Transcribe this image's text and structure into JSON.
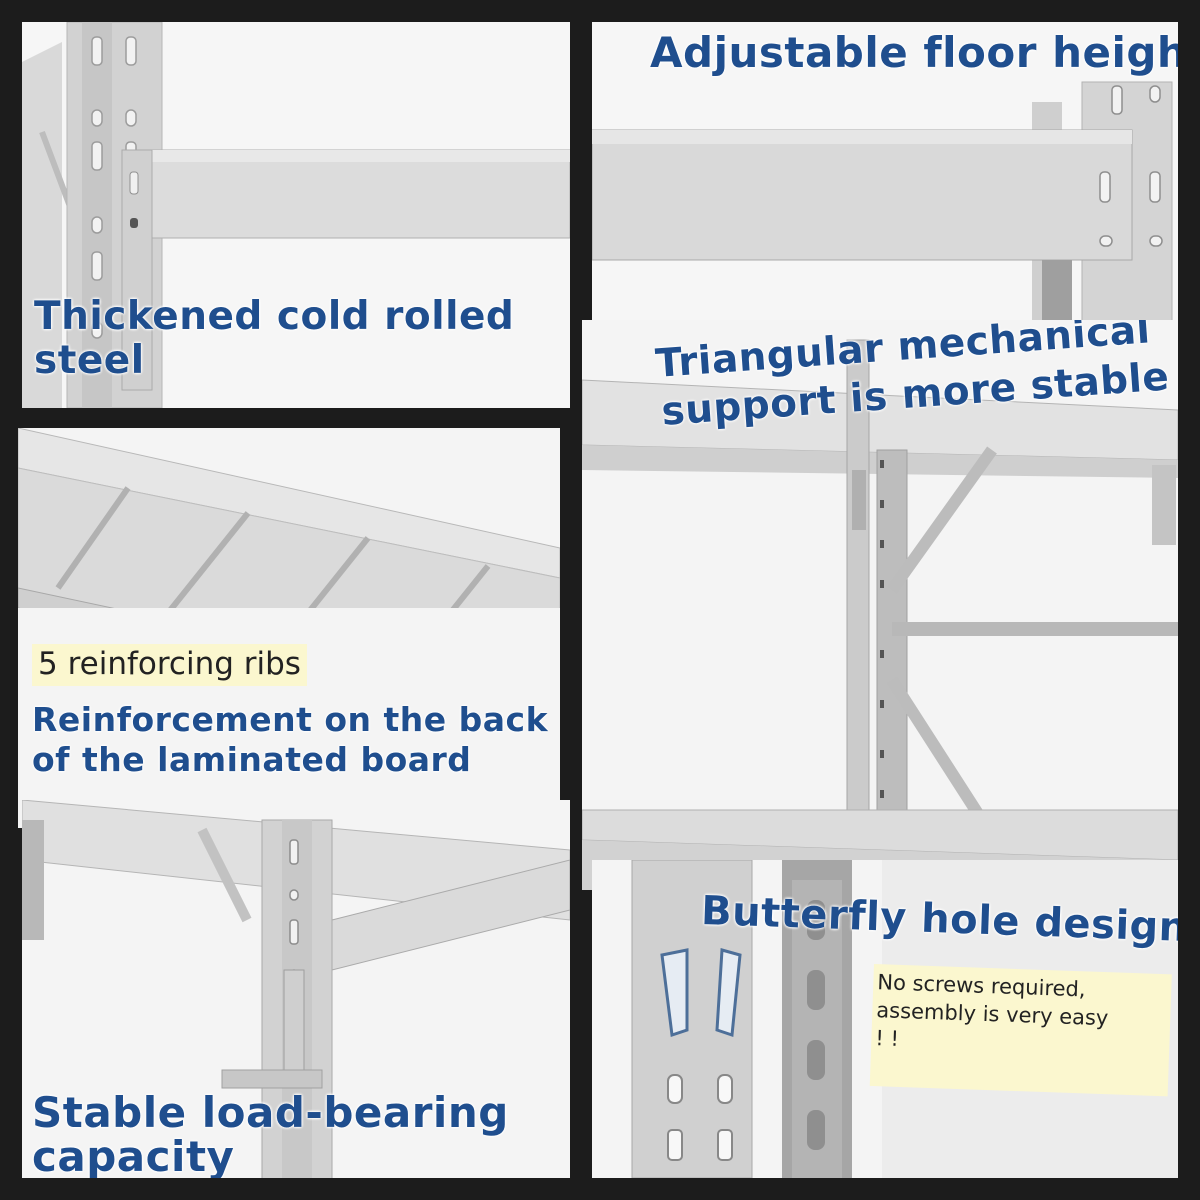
{
  "panels": {
    "p1": {
      "caption_line1": "Thickened cold rolled",
      "caption_line2": "steel"
    },
    "p2": {
      "caption": "Adjustable floor height"
    },
    "p3": {
      "note": "5 reinforcing ribs",
      "caption_line1": "Reinforcement on the back",
      "caption_line2": "of the laminated board"
    },
    "p4": {
      "caption_line1": "Triangular mechanical",
      "caption_line2": "support is more stable"
    },
    "p5": {
      "caption_line1": "Stable load-bearing",
      "caption_line2": "capacity"
    },
    "p6": {
      "caption": "Butterfly hole design",
      "note_line1": "No screws required,",
      "note_line2": "assembly is very easy",
      "note_line3": "! !"
    }
  },
  "colors": {
    "caption_blue": "#1f4e8e",
    "frame_dark": "#1c1c1c",
    "steel_grey": "#cfcfcf",
    "note_yellow": "#fbf7cf"
  }
}
